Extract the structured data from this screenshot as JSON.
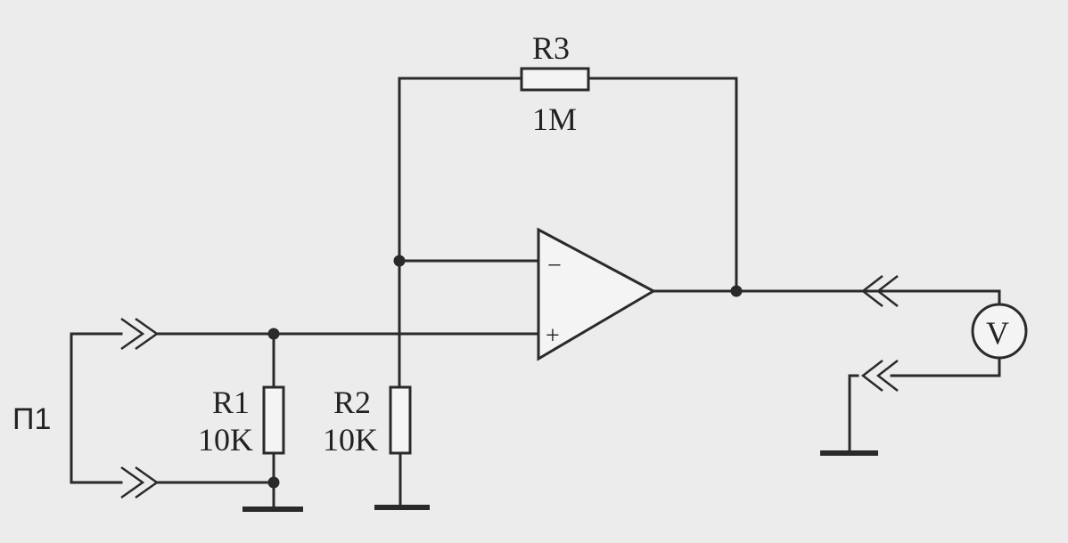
{
  "components": {
    "r1": {
      "name": "R1",
      "value": "10K"
    },
    "r2": {
      "name": "R2",
      "value": "10K"
    },
    "r3": {
      "name": "R3",
      "value": "1M"
    }
  },
  "opamp": {
    "inverting": "−",
    "noninverting": "+"
  },
  "meter": {
    "symbol": "V"
  },
  "switch": {
    "name": "П1"
  }
}
